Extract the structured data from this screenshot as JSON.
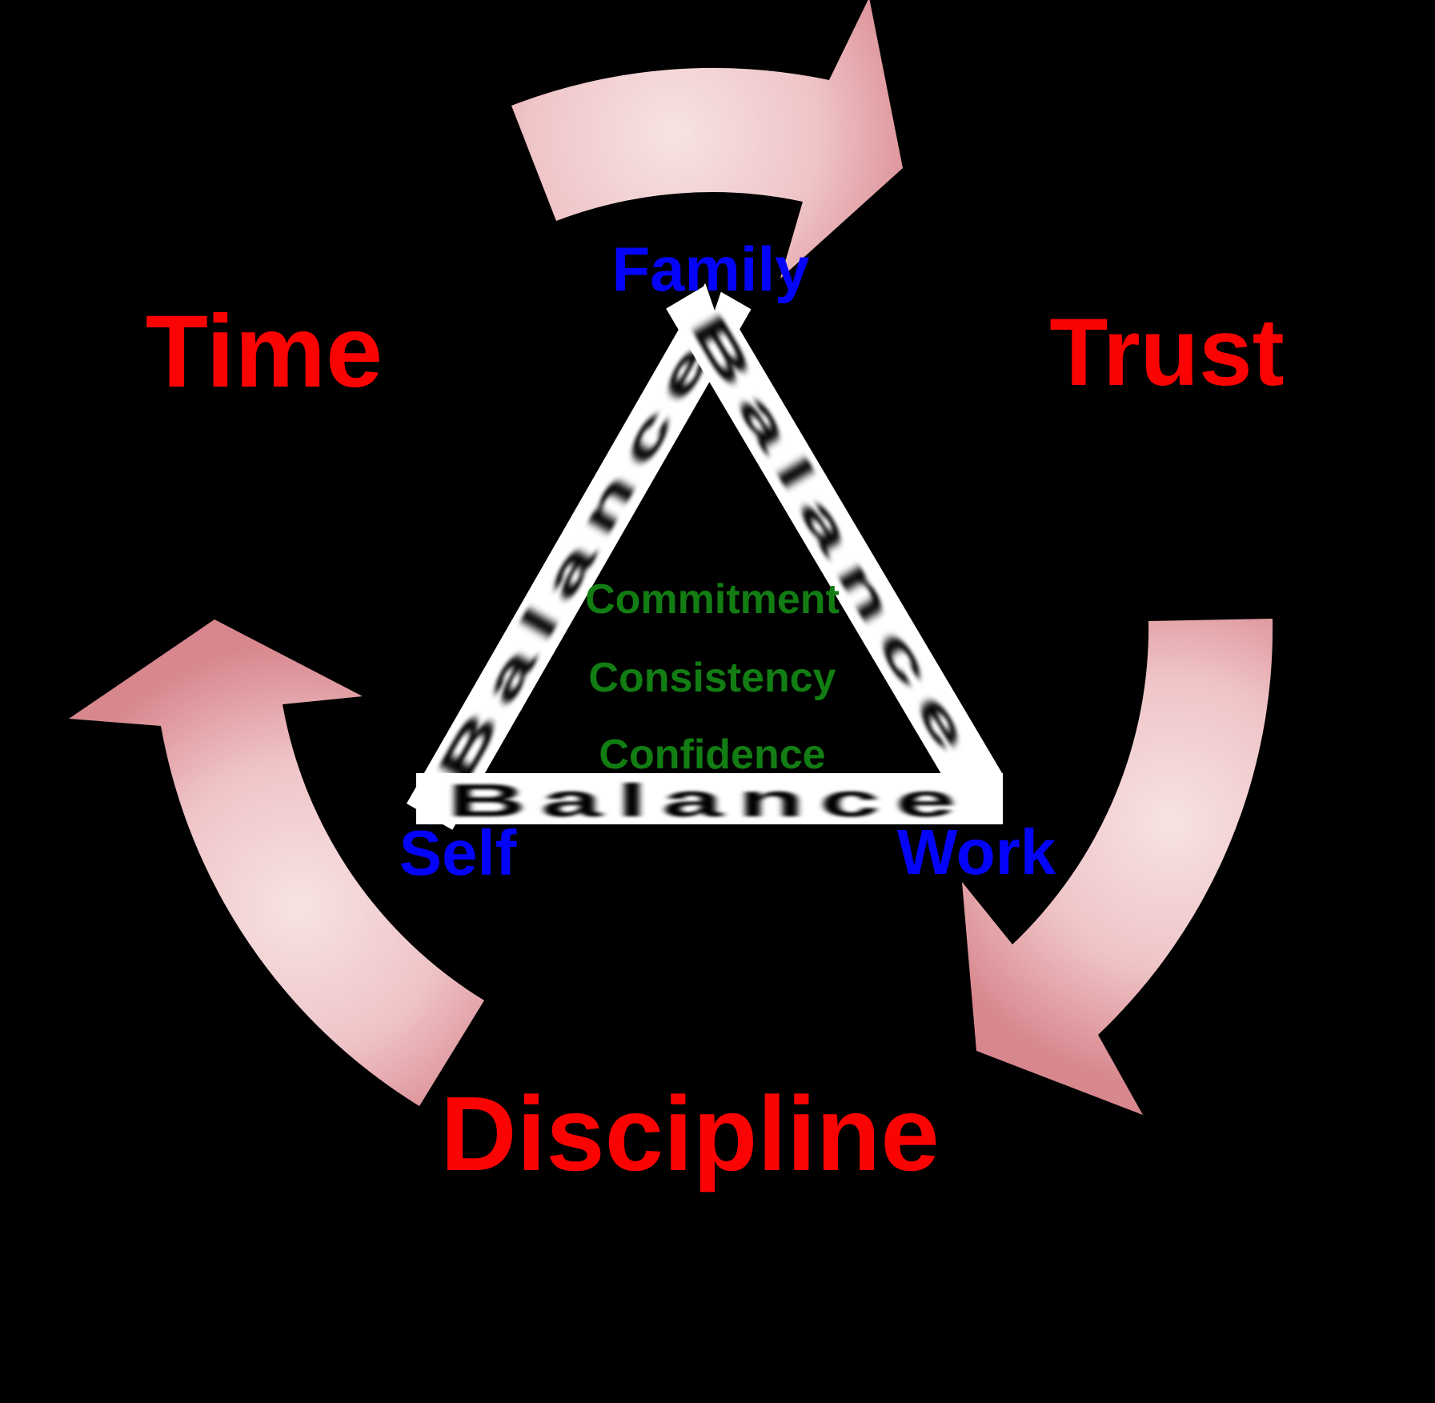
{
  "title": "Balance triangle with Time-Trust-Discipline cycle",
  "colors": {
    "background": "#000000",
    "red": "#fb0303",
    "blue": "#0404fa",
    "green": "#127d12",
    "triangle_fill": "#ffffff",
    "balance_text_color": "#000000",
    "arrow_light": "#f7e3e3",
    "arrow_mid": "#efc4c7",
    "arrow_dark": "#d8878e"
  },
  "triangle": {
    "vertex_labels": {
      "top": "Family",
      "bottom_left": "Self",
      "bottom_right": "Work"
    },
    "sides": {
      "left": "Balance",
      "right": "Balance",
      "bottom": "Balance"
    },
    "inner_values": [
      "Commitment",
      "Consistency",
      "Confidence"
    ]
  },
  "cycle_labels": {
    "left": "Time",
    "right": "Trust",
    "bottom": "Discipline"
  }
}
